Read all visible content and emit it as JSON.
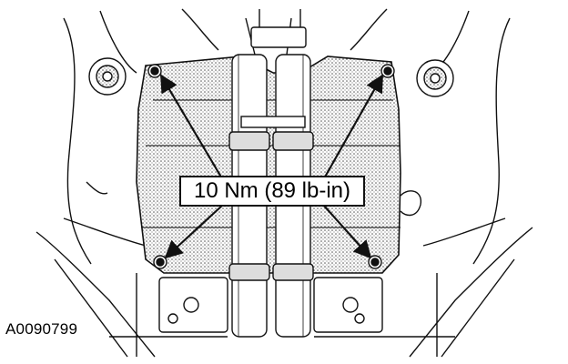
{
  "figure": {
    "callout_text": "10 Nm (89 lb-in)",
    "figure_id": "A0090799",
    "bolt_count": 4
  },
  "colors": {
    "line": "#111111",
    "shade": "#bdbdbd",
    "background": "#ffffff"
  },
  "icons": {
    "arrow": "arrowhead",
    "bolt": "bolt-head"
  }
}
